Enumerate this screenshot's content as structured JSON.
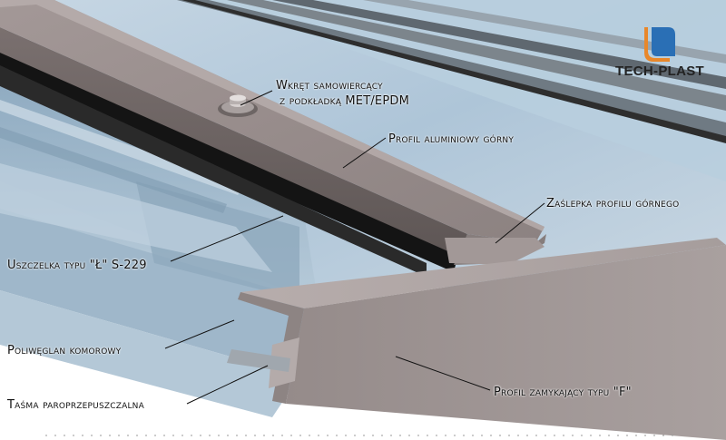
{
  "logo": {
    "text": "TECH-PLAST",
    "icon": "tech-plast-logo-icon",
    "colors": {
      "orange": "#e8872a",
      "blue": "#2a6fb5"
    }
  },
  "labels": {
    "screw_line1": "Wkręt samowiercący",
    "screw_line2": "z podkładką MET/EPDM",
    "top_profile": "Profil aluminiowy górny",
    "top_cap": "Zaślepka profilu górnego",
    "gasket": "Uszczelka typu \"Ł\" S-229",
    "polycarbonate": "Poliwęglan komorowy",
    "vapour_tape": "Taśma paroprzepuszczalna",
    "closing_profile": "Profil zamykający typu \"F\""
  },
  "colors": {
    "panel": "#a9c3d8",
    "profile": "#9a908f",
    "gasket": "#1b1b1b"
  }
}
